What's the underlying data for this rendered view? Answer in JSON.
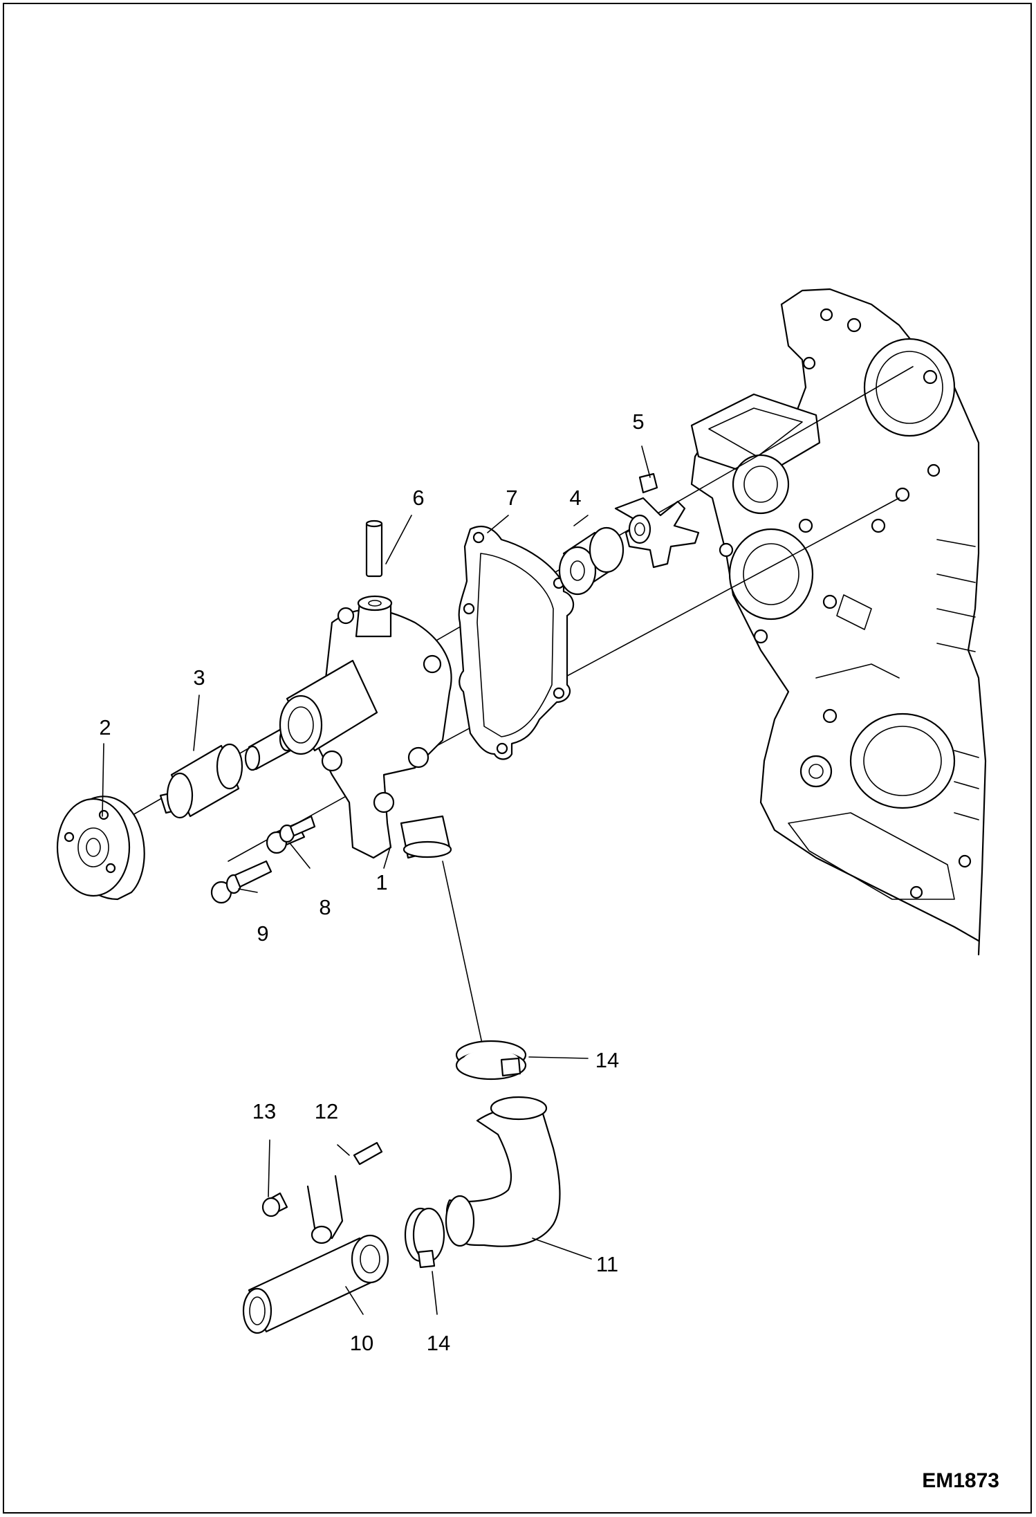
{
  "drawing_code": "EM1873",
  "callouts": [
    {
      "id": "1",
      "label": "1"
    },
    {
      "id": "2",
      "label": "2"
    },
    {
      "id": "3",
      "label": "3"
    },
    {
      "id": "4",
      "label": "4"
    },
    {
      "id": "5",
      "label": "5"
    },
    {
      "id": "6",
      "label": "6"
    },
    {
      "id": "7",
      "label": "7"
    },
    {
      "id": "8",
      "label": "8"
    },
    {
      "id": "9",
      "label": "9"
    },
    {
      "id": "10",
      "label": "10"
    },
    {
      "id": "11",
      "label": "11"
    },
    {
      "id": "12",
      "label": "12"
    },
    {
      "id": "13",
      "label": "13"
    },
    {
      "id": "14a",
      "label": "14"
    },
    {
      "id": "14b",
      "label": "14"
    }
  ]
}
